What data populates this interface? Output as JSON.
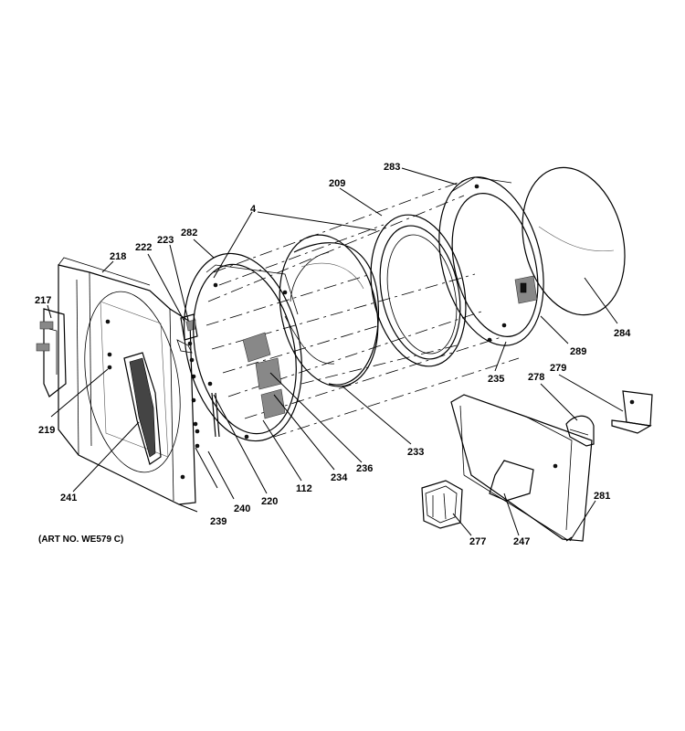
{
  "diagram": {
    "art_number": "(ART NO. WE579 C)",
    "callouts": {
      "c217": "217",
      "c218": "218",
      "c219": "219",
      "c222": "222",
      "c223": "223",
      "c282": "282",
      "c4": "4",
      "c209": "209",
      "c283": "283",
      "c284": "284",
      "c289": "289",
      "c235": "235",
      "c278": "278",
      "c279": "279",
      "c233": "233",
      "c236": "236",
      "c234": "234",
      "c112": "112",
      "c220": "220",
      "c240": "240",
      "c239": "239",
      "c241": "241",
      "c277": "277",
      "c247": "247",
      "c281": "281"
    }
  }
}
